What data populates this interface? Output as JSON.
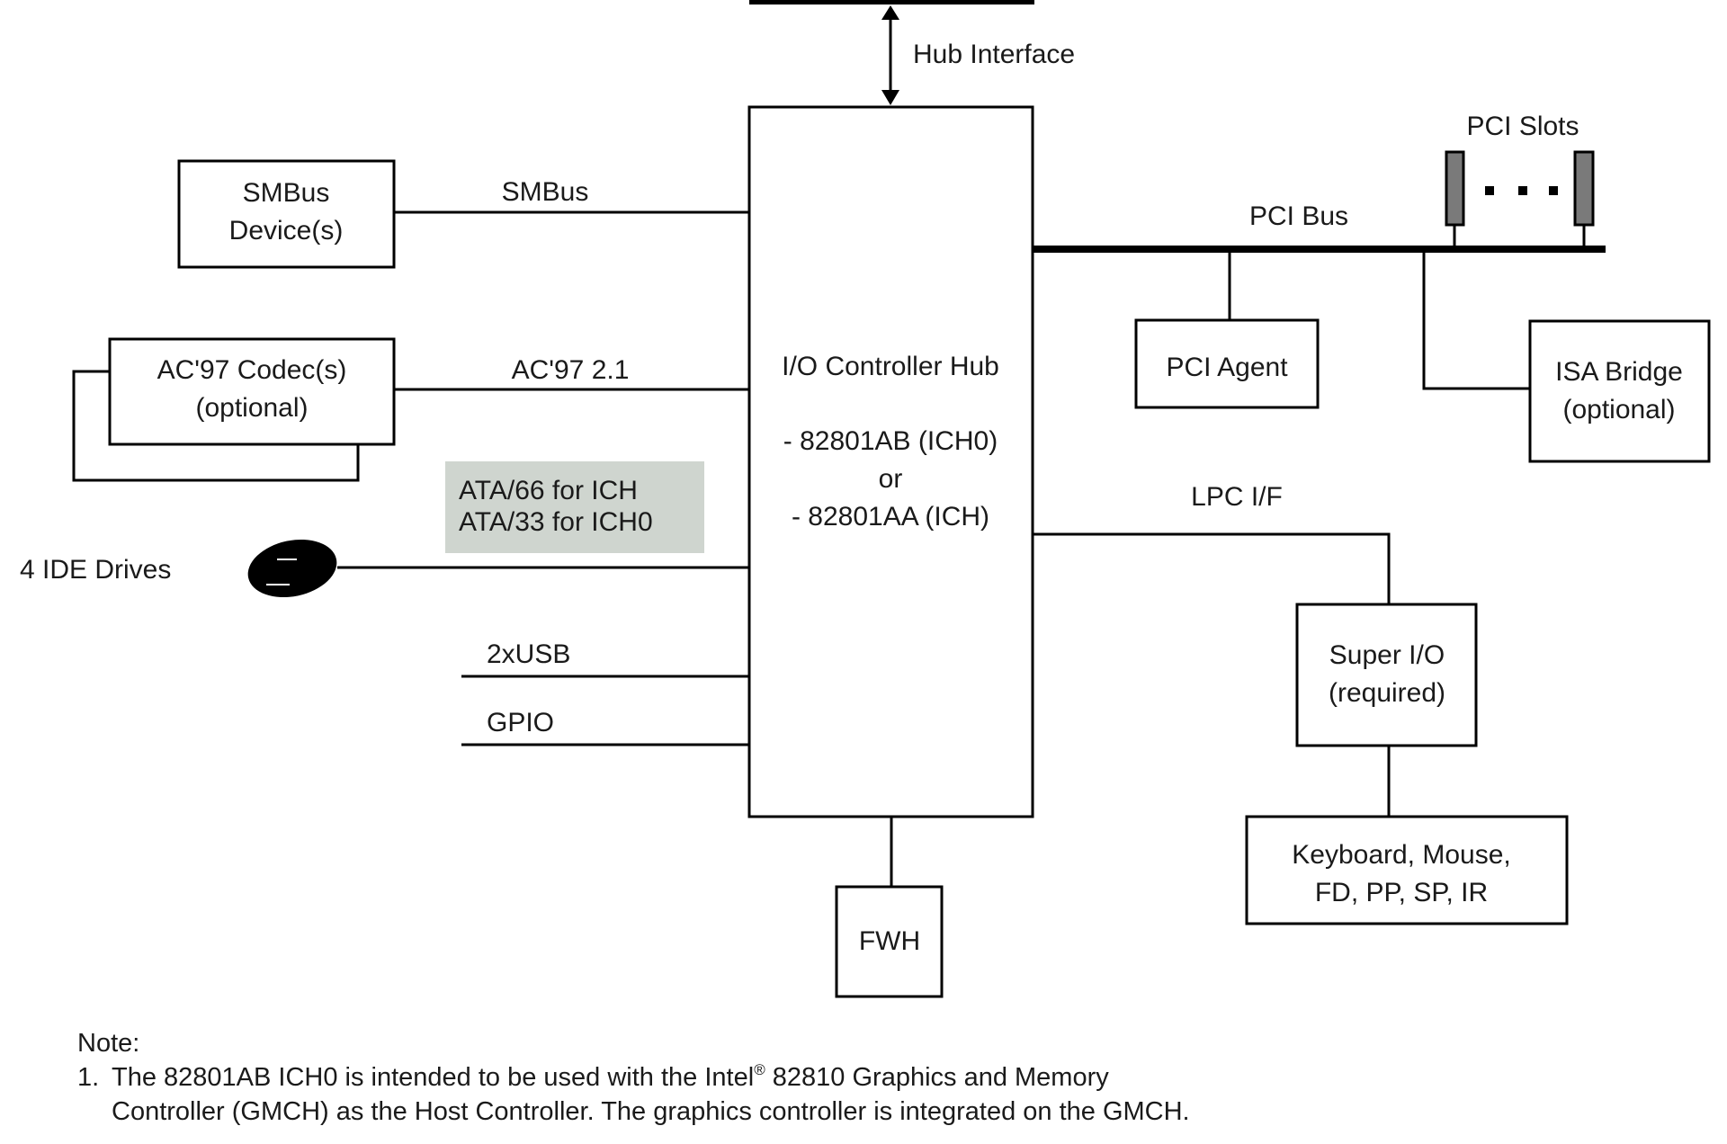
{
  "diagram": {
    "hub_interface_label": "Hub Interface",
    "ich": {
      "title": "I/O Controller Hub",
      "line1": "- 82801AB (ICH0)",
      "line2": "or",
      "line3": "- 82801AA (ICH)"
    },
    "smbus": {
      "box_line1": "SMBus",
      "box_line2": "Device(s)",
      "bus_label": "SMBus"
    },
    "ac97": {
      "box_line1": "AC'97 Codec(s)",
      "box_line2": "(optional)",
      "bus_label": "AC'97 2.1"
    },
    "ata": {
      "line1": "ATA/66 for ICH",
      "line2": "ATA/33 for ICH0",
      "highlight_color": "#cfd5cf"
    },
    "ide": {
      "label": "4 IDE Drives"
    },
    "usb_label": "2xUSB",
    "gpio_label": "GPIO",
    "fwh_label": "FWH",
    "pci": {
      "slots_label": "PCI Slots",
      "bus_label": "PCI Bus",
      "agent_label": "PCI Agent",
      "slot_color": "#7a7a7a"
    },
    "isa": {
      "line1": "ISA Bridge",
      "line2": "(optional)"
    },
    "lpc_label": "LPC I/F",
    "super_io": {
      "line1": "Super I/O",
      "line2": "(required)"
    },
    "peripherals": {
      "line1": "Keyboard, Mouse,",
      "line2": "FD, PP, SP, IR"
    }
  },
  "note": {
    "heading": "Note:",
    "item_number": "1.",
    "line1_prefix": "The 82801AB ICH0 is intended to be used with the Intel",
    "registered_mark": "®",
    "line1_suffix": " 82810 Graphics and Memory",
    "line2": "Controller (GMCH) as the Host Controller. The graphics controller is integrated on the GMCH."
  }
}
